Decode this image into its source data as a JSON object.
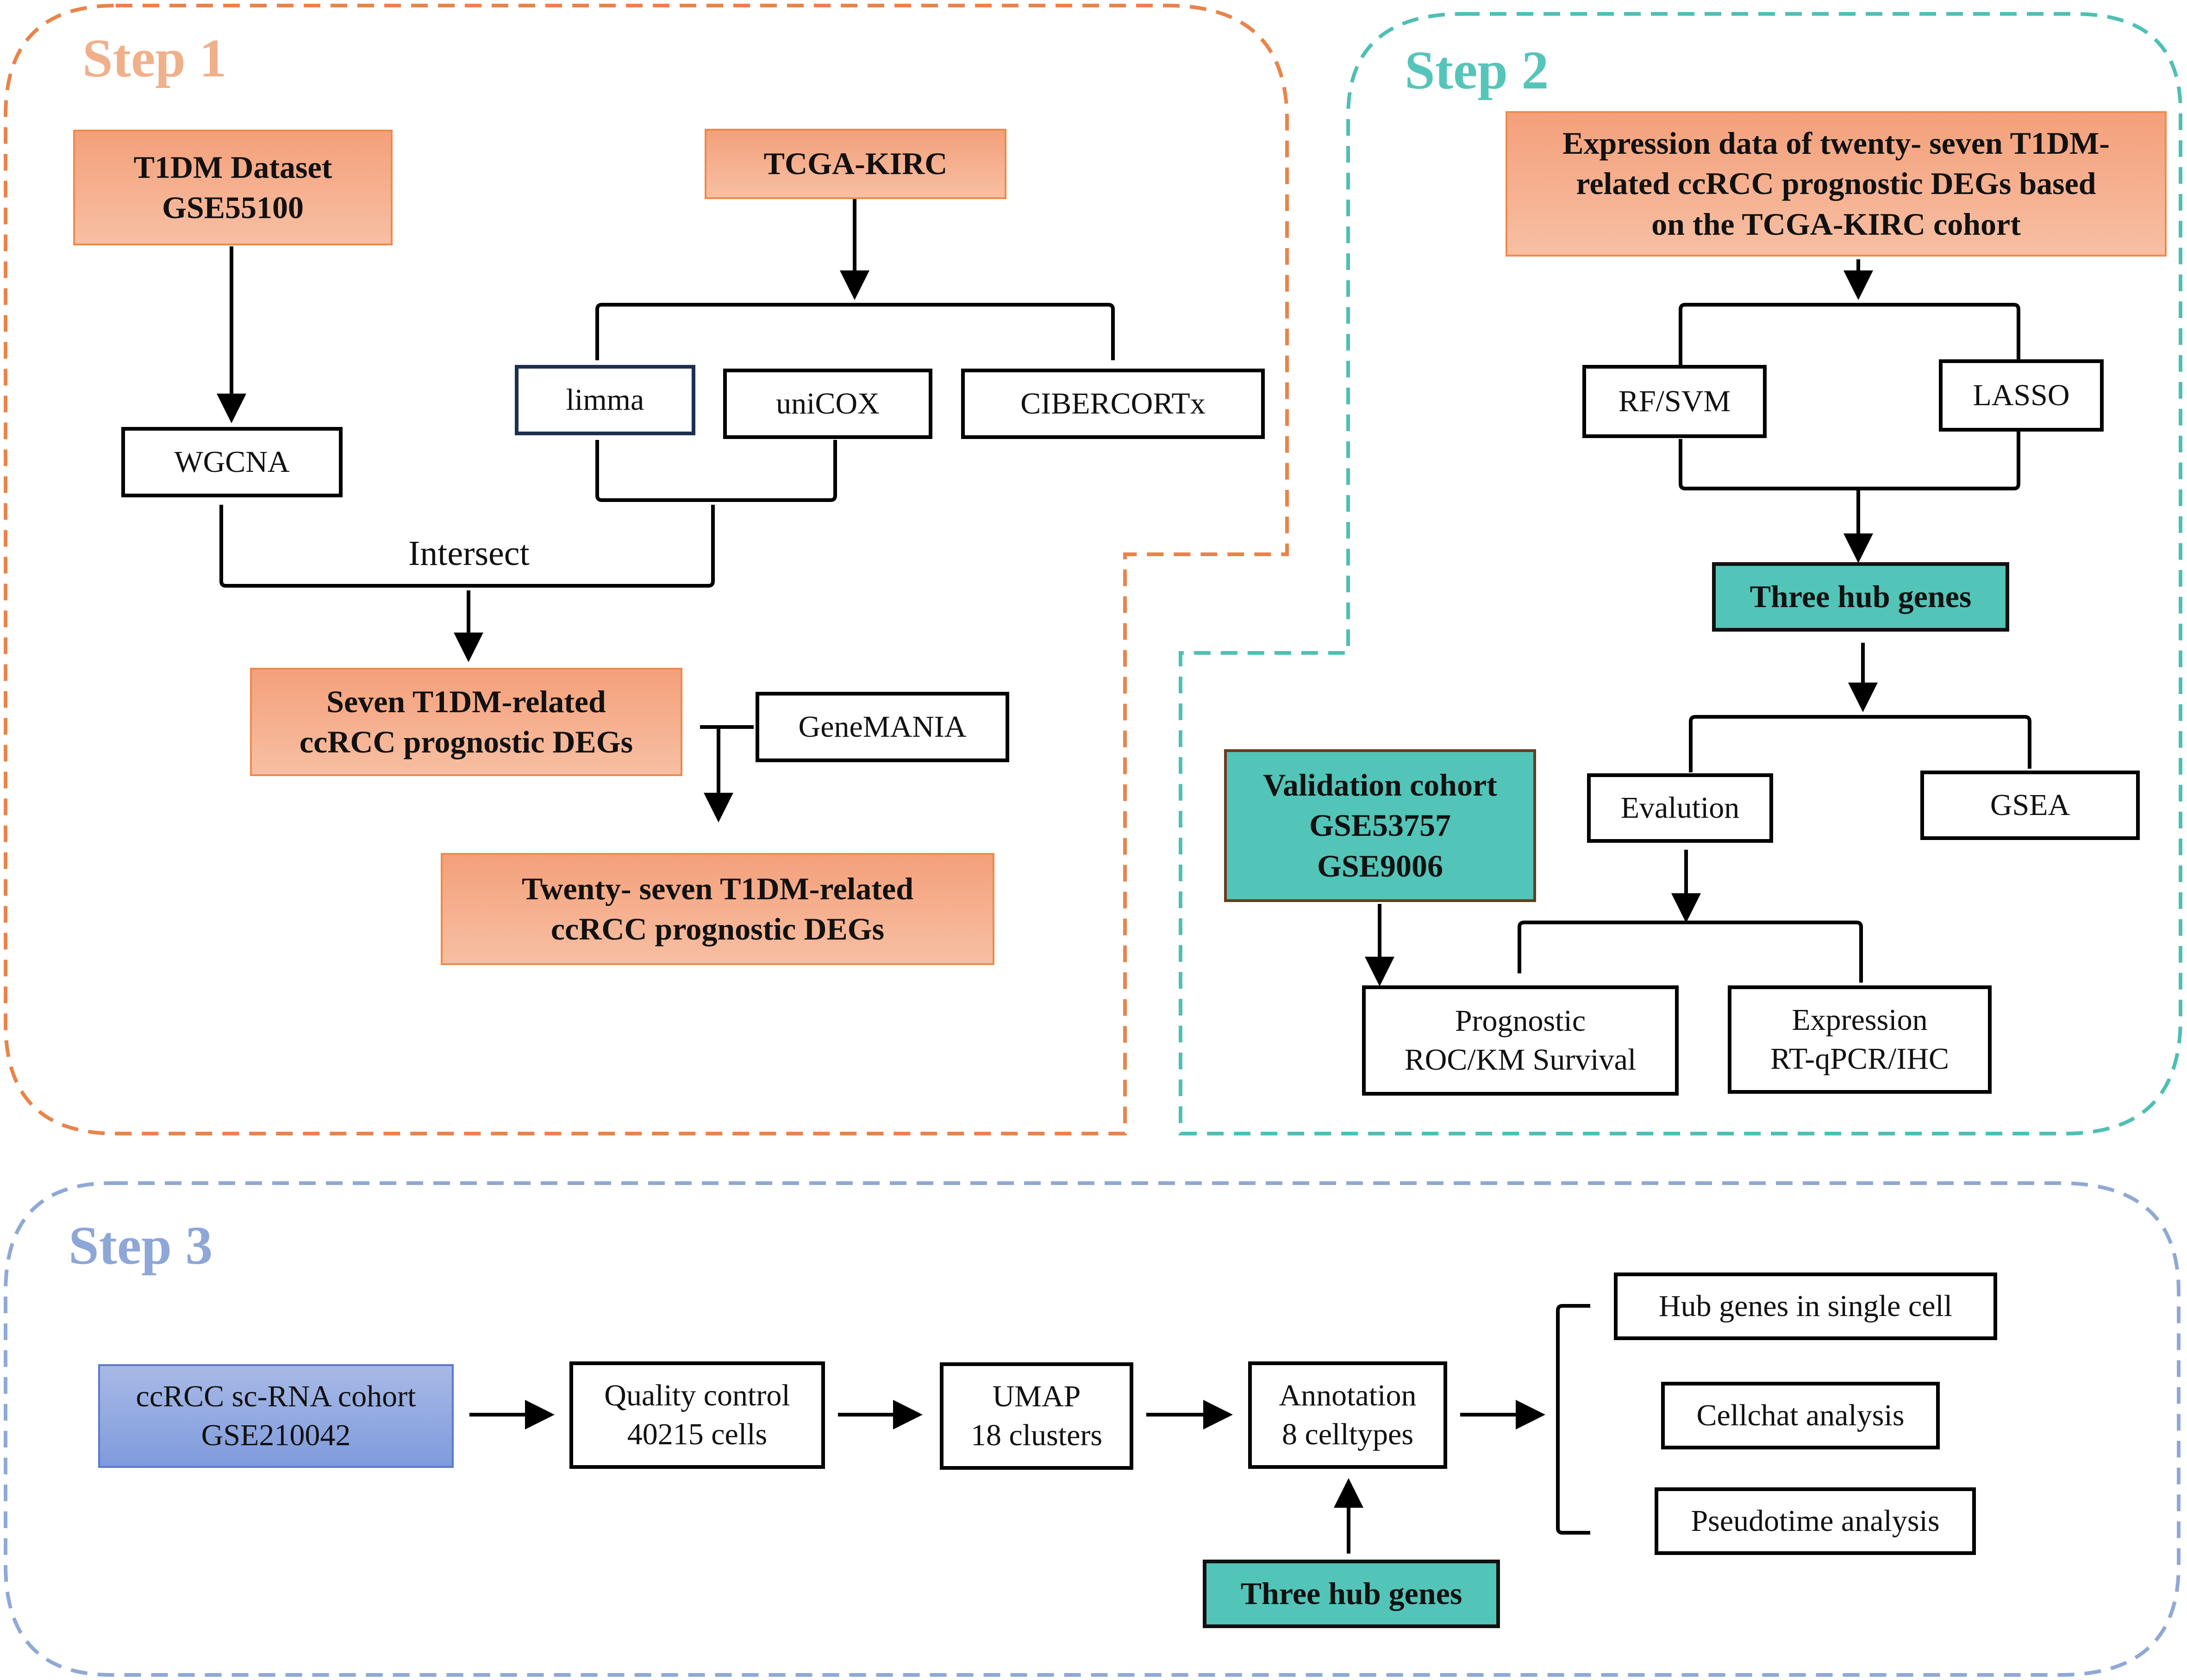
{
  "colors": {
    "step1": "#f0b08a",
    "step1_border": "#e8844a",
    "step2": "#55c5ba",
    "step2_border": "#4fbfb4",
    "step3": "#8ea6d8",
    "step3_border": "#8fa8d6",
    "orange_fill": "#f6aa86",
    "teal_fill": "#52c4b8",
    "blue_fill": "#8fa6df"
  },
  "step1": {
    "title": "Step 1",
    "t1dm": "T1DM Dataset\nGSE55100",
    "tcga": "TCGA-KIRC",
    "wgcna": "WGCNA",
    "limma": "limma",
    "unicox": "uniCOX",
    "cibersortx": "CIBERCORTx",
    "intersect": "Intersect",
    "seven_degs": "Seven T1DM-related\nccRCC prognostic DEGs",
    "genemania": "GeneMANIA",
    "twentyseven_degs": "Twenty- seven T1DM-related\nccRCC prognostic DEGs"
  },
  "step2": {
    "title": "Step 2",
    "expression_data": "Expression data of twenty- seven T1DM-\nrelated ccRCC prognostic DEGs based\non the TCGA-KIRC cohort",
    "rf_svm": "RF/SVM",
    "lasso": "LASSO",
    "hub_genes": "Three hub genes",
    "validation": "Validation cohort\nGSE53757\nGSE9006",
    "evaluation": "Evalution",
    "gsea": "GSEA",
    "prognostic": "Prognostic\nROC/KM Survival",
    "expression": "Expression\nRT-qPCR/IHC"
  },
  "step3": {
    "title": "Step 3",
    "sc_cohort": "ccRCC sc-RNA cohort\nGSE210042",
    "quality": "Quality control\n40215 cells",
    "umap": "UMAP\n18 clusters",
    "annotation": "Annotation\n8 celltypes",
    "hub_genes": "Three hub genes",
    "hub_single_cell": "Hub genes in single cell",
    "cellchat": "Cellchat analysis",
    "pseudotime": "Pseudotime analysis"
  }
}
